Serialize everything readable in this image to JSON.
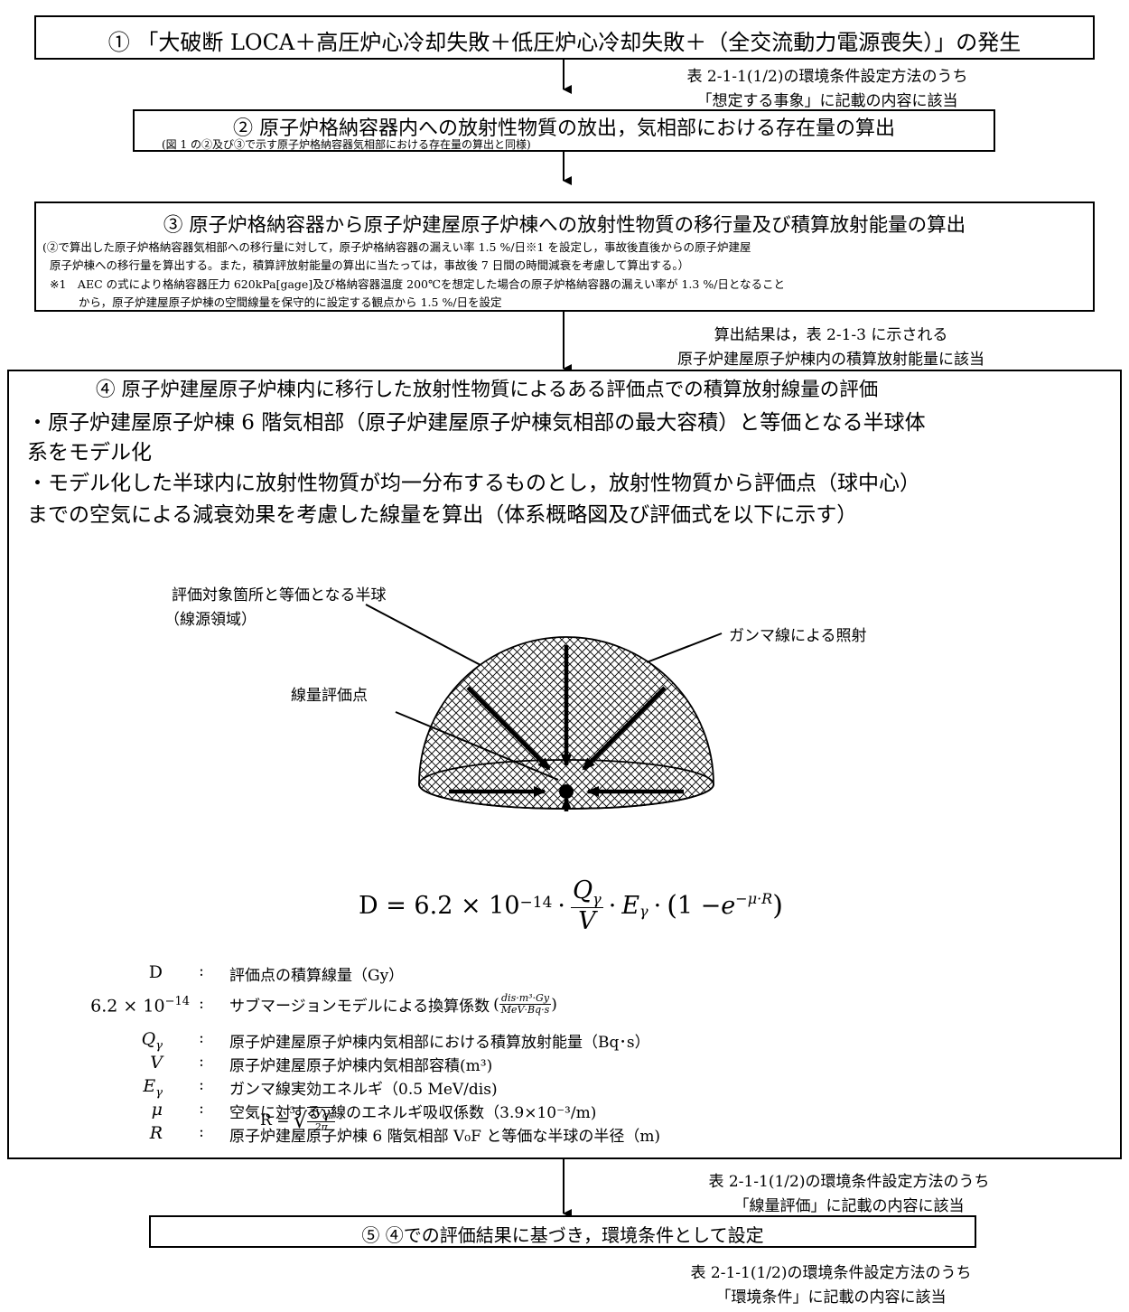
{
  "step1": {
    "title": "① 「大破断 LOCA＋高圧炉心冷却失敗＋低圧炉心冷却失敗＋（全交流動力電源喪失）」の発生"
  },
  "note1": {
    "line1": "表 2-1-1(1/2)の環境条件設定方法のうち",
    "line2": "「想定する事象」に記載の内容に該当"
  },
  "step2": {
    "title": "② 原子炉格納容器内への放射性物質の放出，気相部における存在量の算出",
    "sub": "(図 1 の②及び③で示す原子炉格納容器気相部における存在量の算出と同様)"
  },
  "step3": {
    "title": "③ 原子炉格納容器から原子炉建屋原子炉棟への放射性物質の移行量及び積算放射能量の算出",
    "sub1": "(②で算出した原子炉格納容器気相部への移行量に対して，原子炉格納容器の漏えい率 1.5 %/日※1 を設定し，事故後直後からの原子炉建屋",
    "sub2": "原子炉棟への移行量を算出する。また，積算評放射能量の算出に当たっては，事故後 7 日間の時間減衰を考慮して算出する。）",
    "note1": "※1　AEC の式により格納容器圧力 620kPa[gage]及び格納容器温度 200℃を想定した場合の原子炉格納容器の漏えい率が 1.3 %/日となること",
    "note2": "から，原子炉建屋原子炉棟の空間線量を保守的に設定する観点から 1.5 %/日を設定"
  },
  "note3": {
    "line1": "算出結果は，表 2-1-3 に示される",
    "line2": "原子炉建屋原子炉棟内の積算放射能量に該当"
  },
  "step4": {
    "title": "④ 原子炉建屋原子炉棟内に移行した放射性物質によるある評価点での積算放射線量の評価",
    "bullet1a": "・原子炉建屋原子炉棟 6 階気相部（原子炉建屋原子炉棟気相部の最大容積）と等価となる半球体",
    "bullet1b": "系をモデル化",
    "bullet2a": "・モデル化した半球内に放射性物質が均一分布するものとし，放射性物質から評価点（球中心）",
    "bullet2b": "までの空気による減衰効果を考慮した線量を算出（体系概略図及び評価式を以下に示す）",
    "fig_label_hemi1": "評価対象箇所と等価となる半球",
    "fig_label_hemi2": "（線源領域）",
    "fig_label_gamma": "ガンマ線による照射",
    "fig_label_point": "線量評価点",
    "formula": {
      "lhs": "D = 6.2 × 10",
      "exp": "−14",
      "q": "Q",
      "gamma": "γ",
      "v": "V",
      "e": "E",
      "mid": "(1 − e",
      "exp2": "−μ·R",
      "close": ")"
    },
    "vars": [
      {
        "sym": "D",
        "desc": "評価点の積算線量（Gy）"
      },
      {
        "sym": "6.2 × 10−14",
        "desc": "サブマージョンモデルによる換算係数"
      },
      {
        "sym": "Qγ",
        "desc": "原子炉建屋原子炉棟内気相部における積算放射能量（Bq･s）"
      },
      {
        "sym": "V",
        "desc": "原子炉建屋原子炉棟内気相部容積(m³)"
      },
      {
        "sym": "Eγ",
        "desc": "ガンマ線実効エネルギ（0.5 MeV/dis)"
      },
      {
        "sym": "μ",
        "desc": "空気に対するγ線のエネルギ吸収係数（3.9×10⁻³/m)"
      },
      {
        "sym": "R",
        "desc": "原子炉建屋原子炉棟 6 階気相部 V₀F と等価な半球の半径（m)"
      }
    ],
    "unit_num": "dis·m³·Gy",
    "unit_den": "MeV·Bq·s",
    "r_formula": {
      "lhs": "R = ",
      "idx": "3",
      "num": "3V",
      "num_sub": "OF",
      "den": "2π"
    }
  },
  "note4": {
    "line1": "表 2-1-1(1/2)の環境条件設定方法のうち",
    "line2": "「線量評価」に記載の内容に該当"
  },
  "step5": {
    "title": "⑤ ④での評価結果に基づき，環境条件として設定"
  },
  "note5": {
    "line1": "表 2-1-1(1/2)の環境条件設定方法のうち",
    "line2": "「環境条件」に記載の内容に該当"
  }
}
